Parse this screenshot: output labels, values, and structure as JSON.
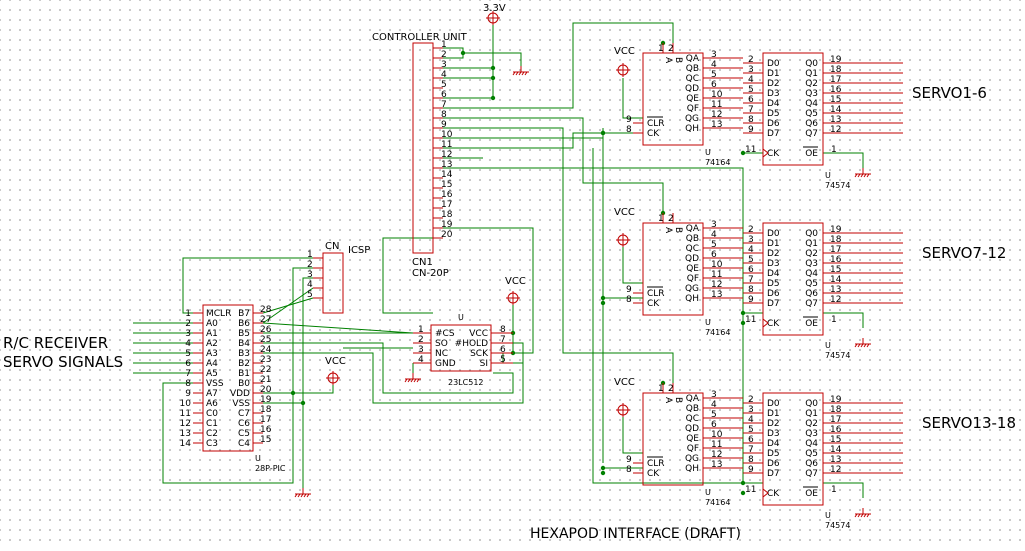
{
  "title": "HEXAPOD INTERFACE (DRAFT)",
  "supply_label": "3.3V",
  "vcc_label": "VCC",
  "receiver_label": [
    "R/C RECEIVER",
    "SERVO SIGNALS"
  ],
  "servo_labels": [
    "SERVO1-6",
    "SERVO7-12",
    "SERVO13-18"
  ],
  "connector": {
    "title": "CONTROLLER UNIT",
    "ref": "CN1",
    "part": "CN-20P",
    "pins": [
      "1",
      "2",
      "3",
      "4",
      "5",
      "6",
      "7",
      "8",
      "9",
      "10",
      "11",
      "12",
      "13",
      "14",
      "15",
      "16",
      "17",
      "18",
      "19",
      "20"
    ]
  },
  "icsp": {
    "ref": "CN",
    "name": "ICSP",
    "pins": [
      "1",
      "2",
      "3",
      "4",
      "5"
    ]
  },
  "pic": {
    "ref": "U",
    "part": "28P-PIC",
    "left_pins": [
      {
        "num": "1",
        "name": "MCLR"
      },
      {
        "num": "2",
        "name": "A0"
      },
      {
        "num": "3",
        "name": "A1"
      },
      {
        "num": "4",
        "name": "A2"
      },
      {
        "num": "5",
        "name": "A3"
      },
      {
        "num": "6",
        "name": "A4"
      },
      {
        "num": "7",
        "name": "A5"
      },
      {
        "num": "8",
        "name": "VSS"
      },
      {
        "num": "9",
        "name": "A7"
      },
      {
        "num": "10",
        "name": "A6"
      },
      {
        "num": "11",
        "name": "C0"
      },
      {
        "num": "12",
        "name": "C1"
      },
      {
        "num": "13",
        "name": "C2"
      },
      {
        "num": "14",
        "name": "C3"
      }
    ],
    "right_pins": [
      {
        "num": "28",
        "name": "B7"
      },
      {
        "num": "27",
        "name": "B6"
      },
      {
        "num": "26",
        "name": "B5"
      },
      {
        "num": "25",
        "name": "B4"
      },
      {
        "num": "24",
        "name": "B3"
      },
      {
        "num": "23",
        "name": "B2"
      },
      {
        "num": "22",
        "name": "B1"
      },
      {
        "num": "21",
        "name": "B0"
      },
      {
        "num": "20",
        "name": "VDD"
      },
      {
        "num": "19",
        "name": "VSS"
      },
      {
        "num": "18",
        "name": "C7"
      },
      {
        "num": "17",
        "name": "C6"
      },
      {
        "num": "16",
        "name": "C5"
      },
      {
        "num": "15",
        "name": "C4"
      }
    ]
  },
  "eeprom": {
    "ref": "U",
    "part": "23LC512",
    "left_pins": [
      {
        "num": "1",
        "name": "#CS"
      },
      {
        "num": "2",
        "name": "SO"
      },
      {
        "num": "3",
        "name": "NC"
      },
      {
        "num": "4",
        "name": "GND"
      }
    ],
    "right_pins": [
      {
        "num": "8",
        "name": "VCC"
      },
      {
        "num": "7",
        "name": "#HOLD"
      },
      {
        "num": "6",
        "name": "SCK"
      },
      {
        "num": "5",
        "name": "SI"
      }
    ]
  },
  "shift_register": {
    "ref": "U",
    "part": "74164",
    "inputs": [
      {
        "num": "1",
        "name": "A"
      },
      {
        "num": "2",
        "name": "B"
      }
    ],
    "outputs": [
      {
        "num": "3",
        "name": "QA"
      },
      {
        "num": "4",
        "name": "QB"
      },
      {
        "num": "5",
        "name": "QC"
      },
      {
        "num": "6",
        "name": "QD"
      },
      {
        "num": "10",
        "name": "QE"
      },
      {
        "num": "11",
        "name": "QF"
      },
      {
        "num": "12",
        "name": "QG"
      },
      {
        "num": "13",
        "name": "QH"
      }
    ],
    "clr": {
      "num": "9",
      "name": "CLR"
    },
    "clk": {
      "num": "8",
      "name": "CK"
    }
  },
  "latch": {
    "ref": "U",
    "part": "74574",
    "d_pins": [
      {
        "num": "2",
        "name": "D0"
      },
      {
        "num": "3",
        "name": "D1"
      },
      {
        "num": "4",
        "name": "D2"
      },
      {
        "num": "5",
        "name": "D3"
      },
      {
        "num": "6",
        "name": "D4"
      },
      {
        "num": "7",
        "name": "D5"
      },
      {
        "num": "8",
        "name": "D6"
      },
      {
        "num": "9",
        "name": "D7"
      }
    ],
    "q_pins": [
      {
        "num": "19",
        "name": "Q0"
      },
      {
        "num": "18",
        "name": "Q1"
      },
      {
        "num": "17",
        "name": "Q2"
      },
      {
        "num": "16",
        "name": "Q3"
      },
      {
        "num": "15",
        "name": "Q4"
      },
      {
        "num": "14",
        "name": "Q5"
      },
      {
        "num": "13",
        "name": "Q6"
      },
      {
        "num": "12",
        "name": "Q7"
      }
    ],
    "clk": {
      "num": "11",
      "name": "CK"
    },
    "oe": {
      "num": "1",
      "name": "OE"
    }
  }
}
